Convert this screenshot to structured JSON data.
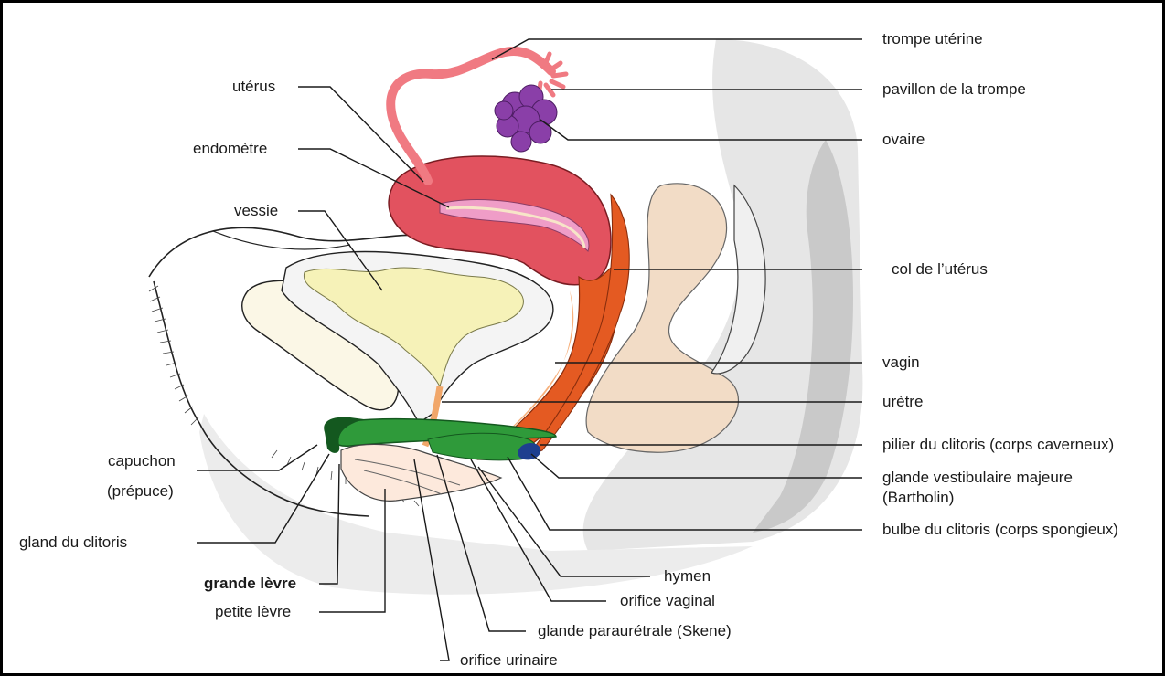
{
  "labels": {
    "trompe": "trompe utérine",
    "pavillon": "pavillon de la trompe",
    "ovaire": "ovaire",
    "uterus": "utérus",
    "endometre": "endomètre",
    "vessie": "vessie",
    "col": "col de l’utérus",
    "vagin": "vagin",
    "uretre": "urètre",
    "pilier": "pilier du clitoris (corps caverneux)",
    "glande_vest_1": "glande vestibulaire majeure",
    "glande_vest_2": "(Bartholin)",
    "bulbe": "bulbe du clitoris (corps spongieux)",
    "capuchon_1": "capuchon",
    "capuchon_2": "(prépuce)",
    "gland": "gland du clitoris",
    "grande_levre": "grande lèvre",
    "petite_levre": "petite lèvre",
    "hymen": "hymen",
    "orifice_vaginal": "orifice vaginal",
    "glande_paraur": "glande paraurétrale (Skene)",
    "orifice_urinaire": "orifice urinaire"
  },
  "colors": {
    "uterus": "#e2525f",
    "fallopian_tube": "#f07a82",
    "ovary": "#8a3fa8",
    "endometrium": "#ef9dc7",
    "bladder": "#f6f2b8",
    "vagina": "#e45a22",
    "vagina_inner": "#f7b07b",
    "clitoris_pillar": "#2f9a3a",
    "clitoris_dark": "#14581f",
    "bartholin": "#1e3f8f",
    "rectum": "#f2dcc6",
    "bone": "#fbf7e6",
    "body_shading": "#e3e3e3",
    "skin_fold": "#f6f6f6",
    "leader_line": "#1a1a1a"
  }
}
